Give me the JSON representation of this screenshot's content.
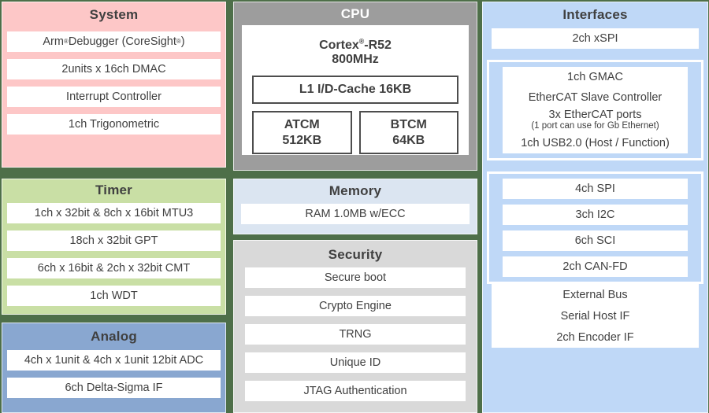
{
  "colors": {
    "background": "#4e6f49",
    "text": "#404040",
    "system_bg": "#fdc7c7",
    "timer_bg": "#c9dfa5",
    "analog_bg": "#89a7d0",
    "cpu_bg": "#9d9d9d",
    "cpu_title": "#ffffff",
    "memory_bg": "#dbe5f1",
    "security_bg": "#d9d9d9",
    "interfaces_bg": "#bfd8f7"
  },
  "system": {
    "title": "System",
    "items": [
      "Arm® Debugger (CoreSight®)",
      "2units x 16ch DMAC",
      "Interrupt Controller",
      "1ch Trigonometric"
    ]
  },
  "cpu": {
    "title": "CPU",
    "core_name": "Cortex®-R52",
    "core_freq": "800MHz",
    "cache_label": "L1 I/D-Cache 16KB",
    "atcm_name": "ATCM",
    "atcm_size": "512KB",
    "btcm_name": "BTCM",
    "btcm_size": "64KB"
  },
  "timer": {
    "title": "Timer",
    "items": [
      "1ch x 32bit & 8ch x 16bit MTU3",
      "18ch x 32bit GPT",
      "6ch x 16bit & 2ch x 32bit CMT",
      "1ch WDT"
    ]
  },
  "memory": {
    "title": "Memory",
    "items": [
      "RAM 1.0MB w/ECC"
    ]
  },
  "security": {
    "title": "Security",
    "items": [
      "Secure boot",
      "Crypto Engine",
      "TRNG",
      "Unique ID",
      "JTAG Authentication"
    ]
  },
  "analog": {
    "title": "Analog",
    "items": [
      "4ch x 1unit & 4ch x 1unit 12bit ADC",
      "6ch Delta-Sigma IF"
    ]
  },
  "interfaces": {
    "title": "Interfaces",
    "xspi": "2ch xSPI",
    "ethernet_group": {
      "gmac": "1ch GMAC",
      "ethercat_slave": "EtherCAT Slave Controller",
      "ethercat_ports": "3x EtherCAT ports",
      "ethercat_ports_note": "(1 port can use for Gb Ethernet)",
      "usb": "1ch USB2.0 (Host / Function)"
    },
    "serial_group": {
      "spi": "4ch SPI",
      "i2c": "3ch I2C",
      "sci": "6ch SCI",
      "canfd": "2ch CAN-FD"
    },
    "bottom_items": [
      "External Bus",
      "Serial Host IF",
      "2ch Encoder IF"
    ]
  }
}
